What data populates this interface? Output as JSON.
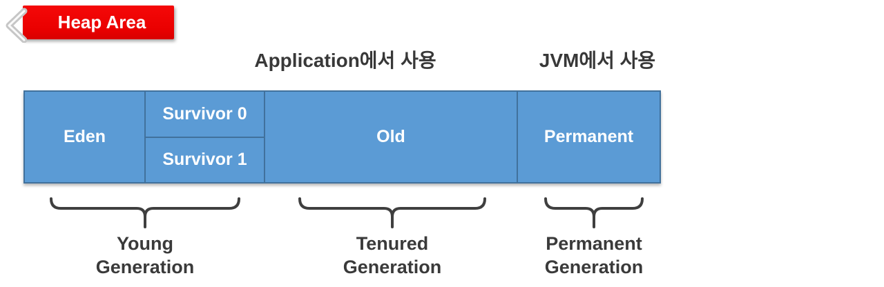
{
  "header": {
    "badge_label": "Heap Area",
    "badge_color": "#ee0000"
  },
  "annotations": {
    "application_usage": "Application에서 사용",
    "jvm_usage": "JVM에서 사용"
  },
  "heap_diagram": {
    "fill_color": "#5b9bd5",
    "border_color": "#41719c",
    "cells": {
      "eden": "Eden",
      "survivor0": "Survivor 0",
      "survivor1": "Survivor 1",
      "old": "Old",
      "permanent": "Permanent"
    }
  },
  "generations": [
    {
      "line1": "Young",
      "line2": "Generation"
    },
    {
      "line1": "Tenured",
      "line2": "Generation"
    },
    {
      "line1": "Permanent",
      "line2": "Generation"
    }
  ]
}
